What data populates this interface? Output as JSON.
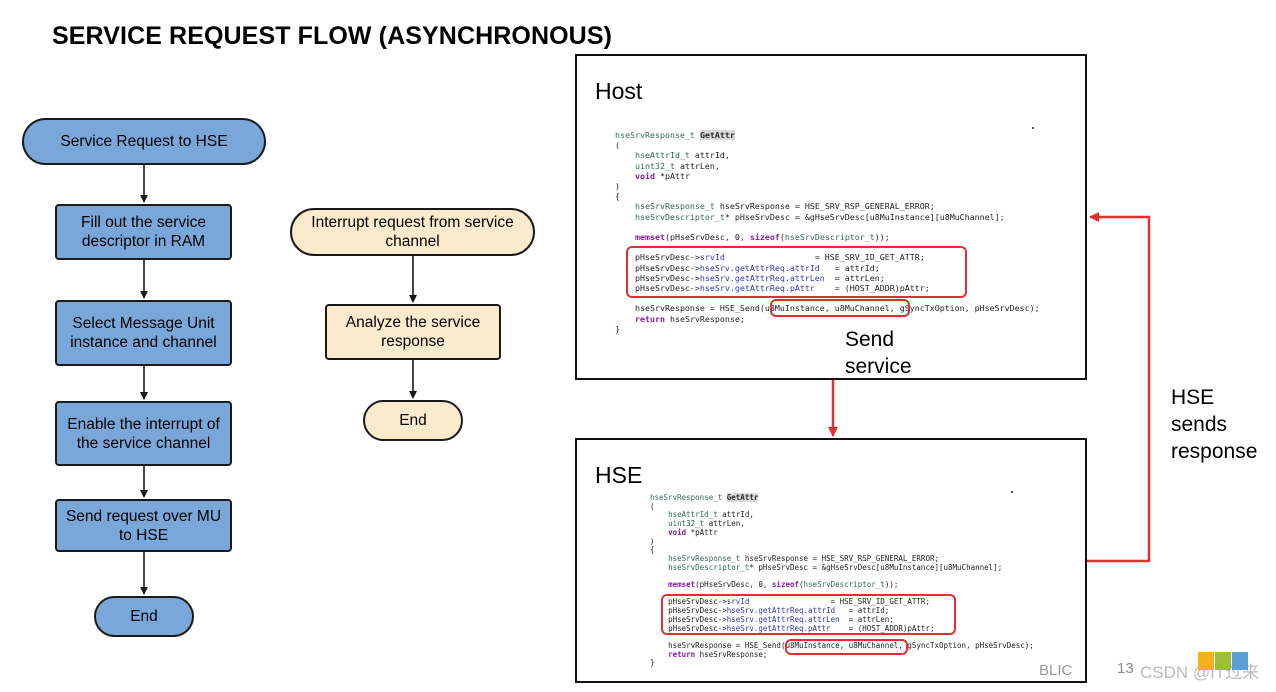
{
  "title": "SERVICE REQUEST FLOW (ASYNCHRONOUS)",
  "left_flow": {
    "start": "Service Request to HSE",
    "step1": "Fill out the service descriptor in RAM",
    "step2": "Select Message Unit instance and channel",
    "step3": "Enable the interrupt of the service channel",
    "step4": "Send request over MU to HSE",
    "end": "End"
  },
  "right_flow": {
    "start": "Interrupt request from service channel",
    "step1": "Analyze the service response",
    "end": "End"
  },
  "host_panel": {
    "title": "Host"
  },
  "hse_panel": {
    "title": "HSE"
  },
  "code_host": {
    "l1_type": "hseSrvResponse_t",
    "l1_func": "GetAttr",
    "l2": "(",
    "l3_type": "hseAttrId_t",
    "l3_rest": " attrId,",
    "l4_type": "uint32_t",
    "l4_rest": " attrLen,",
    "l5_type": "void",
    "l5_rest": " *pAttr",
    "l6": ")",
    "l7": "{",
    "l8_type": "hseSrvResponse_t",
    "l8_rest": " hseSrvResponse = HSE_SRV_RSP_GENERAL_ERROR;",
    "l9_type": "hseSrvDescriptor_t",
    "l9_rest": "* pHseSrvDesc = &gHseSrvDesc[u8MuInstance][u8MuChannel];",
    "l10_func": "memset",
    "l10_a": "(pHseSrvDesc, 0, ",
    "l10_k": "sizeof",
    "l10_b": "(",
    "l10_t": "hseSrvDescriptor_t",
    "l10_c": "));",
    "l11_a": "pHseSrvDesc->",
    "l11_m": "srvId",
    "l11_b": "                  = HSE_SRV_ID_GET_ATTR;",
    "l12_a": "pHseSrvDesc->",
    "l12_m": "hseSrv.getAttrReq.attrId",
    "l12_b": "   = attrId;",
    "l13_a": "pHseSrvDesc->",
    "l13_m": "hseSrv.getAttrReq.attrLen",
    "l13_b": "  = attrLen;",
    "l14_a": "pHseSrvDesc->",
    "l14_m": "hseSrv.getAttrReq.pAttr",
    "l14_b": "    = (HOST_ADDR)pAttr;",
    "l15_a": "hseSrvResponse = HSE_Send(u8MuInstance, u8MuChannel, gSyncTxOption, pHseSrvDesc);",
    "l16_k": "return",
    "l16_rest": " hseSrvResponse;",
    "l17": "}"
  },
  "arrow_labels": {
    "send_service": "Send service",
    "hse_sends_response": "HSE sends response"
  },
  "footer_text": "BLIC",
  "page_number": "13",
  "watermark": "CSDN @IT过来",
  "colors": {
    "flow_blue": "#7aa7d9",
    "flow_cream": "#fbeacb",
    "highlight_red": "#e03030",
    "code_type_green": "#2f6b4f",
    "code_keyword_purple": "#8b1aa8",
    "code_member_blue": "#3236b0"
  }
}
